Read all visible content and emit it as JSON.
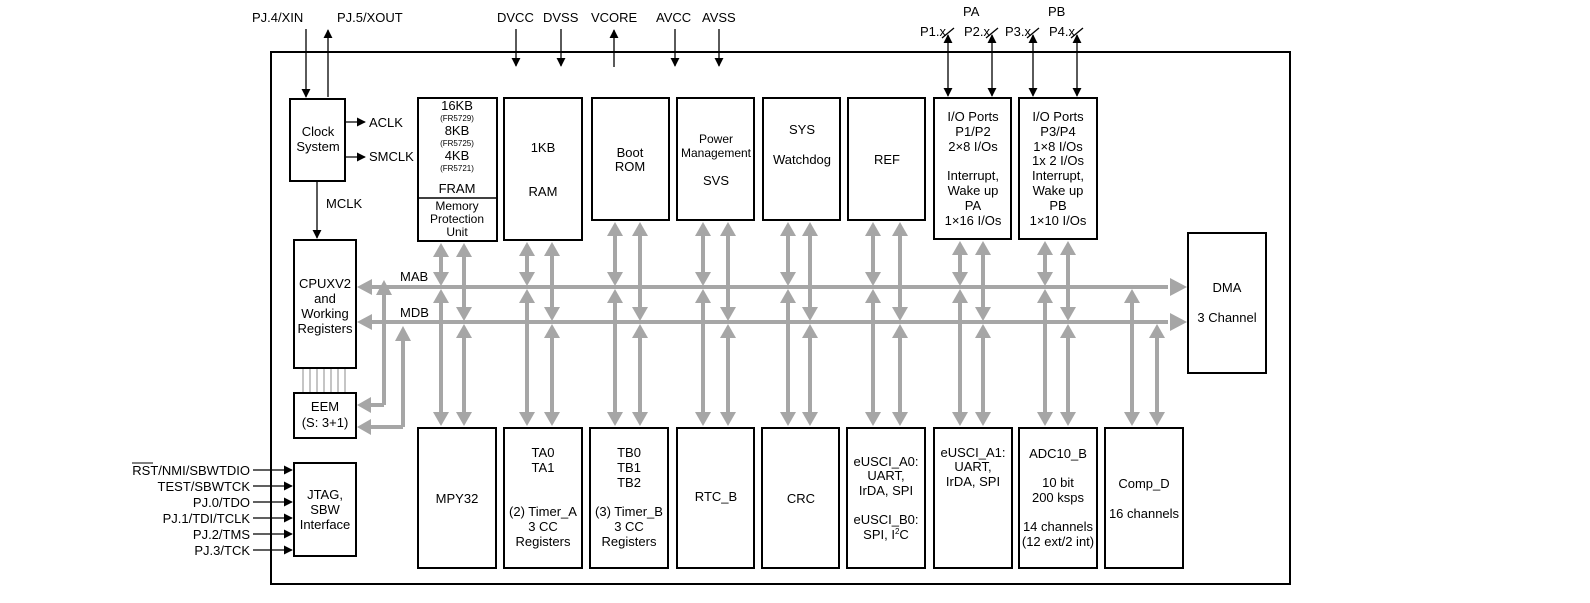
{
  "top_pins": {
    "pj4_xin": "PJ.4/XIN",
    "pj5_xout": "PJ.5/XOUT",
    "dvcc": "DVCC",
    "dvss": "DVSS",
    "vcore": "VCORE",
    "avcc": "AVCC",
    "avss": "AVSS",
    "pa": "PA",
    "pb": "PB",
    "p1": "P1.x",
    "p2": "P2.x",
    "p3": "P3.x",
    "p4": "P4.x"
  },
  "clock": {
    "line1": "Clock",
    "line2": "System",
    "aclk": "ACLK",
    "smclk": "SMCLK",
    "mclk": "MCLK"
  },
  "fram": {
    "size1": "16KB",
    "part1": "(FR5729)",
    "size2": "8KB",
    "part2": "(FR5725)",
    "size3": "4KB",
    "part3": "(FR5721)",
    "label": "FRAM",
    "mpu1": "Memory",
    "mpu2": "Protection",
    "mpu3": "Unit"
  },
  "ram": {
    "size": "1KB",
    "label": "RAM"
  },
  "boot": {
    "line1": "Boot",
    "line2": "ROM"
  },
  "power": {
    "line1": "Power",
    "line2": "Management",
    "line3": "SVS"
  },
  "sys": {
    "line1": "SYS",
    "line2": "Watchdog"
  },
  "ref": {
    "label": "REF"
  },
  "io12": {
    "line1": "I/O Ports",
    "line2": "P1/P2",
    "line3": "2×8 I/Os",
    "line4": "Interrupt,",
    "line5": "Wake up",
    "line6": "PA",
    "line7": "1×16 I/Os"
  },
  "io34": {
    "line1": "I/O Ports",
    "line2": "P3/P4",
    "line3": "1×8 I/Os",
    "line4": "1x 2 I/Os",
    "line5": "Interrupt,",
    "line6": "Wake up",
    "line7": "PB",
    "line8": "1×10 I/Os"
  },
  "cpu": {
    "line1": "CPUXV2",
    "line2": "and",
    "line3": "Working",
    "line4": "Registers"
  },
  "bus": {
    "mab": "MAB",
    "mdb": "MDB"
  },
  "dma": {
    "line1": "DMA",
    "line2": "3 Channel"
  },
  "eem": {
    "line1": "EEM",
    "line2": "(S: 3+1)"
  },
  "jtag": {
    "line1": "JTAG,",
    "line2": "SBW",
    "line3": "Interface",
    "pins": [
      "RST/NMI/SBWTDIO",
      "TEST/SBWTCK",
      "PJ.0/TDO",
      "PJ.1/TDI/TCLK",
      "PJ.2/TMS",
      "PJ.3/TCK"
    ]
  },
  "mpy": {
    "label": "MPY32"
  },
  "ta": {
    "line1": "TA0",
    "line2": "TA1",
    "line3": "(2) Timer_A",
    "line4": "3 CC",
    "line5": "Registers"
  },
  "tb": {
    "line1": "TB0",
    "line2": "TB1",
    "line3": "TB2",
    "line4": "(3) Timer_B",
    "line5": "3 CC",
    "line6": "Registers"
  },
  "rtc": {
    "label": "RTC_B"
  },
  "crc": {
    "label": "CRC"
  },
  "usci_a0": {
    "line1": "eUSCI_A0:",
    "line2": "UART,",
    "line3": "IrDA, SPI",
    "line4": "eUSCI_B0:",
    "line5": "SPI, I",
    "line5_sup": "2",
    "line5_tail": "C"
  },
  "usci_a1": {
    "line1": "eUSCI_A1:",
    "line2": "UART,",
    "line3": "IrDA, SPI"
  },
  "adc": {
    "line1": "ADC10_B",
    "line2": "10 bit",
    "line3": "200 ksps",
    "line4": "14 channels",
    "line5": "(12 ext/2 int)"
  },
  "comp": {
    "line1": "Comp_D",
    "line2": "16 channels"
  }
}
